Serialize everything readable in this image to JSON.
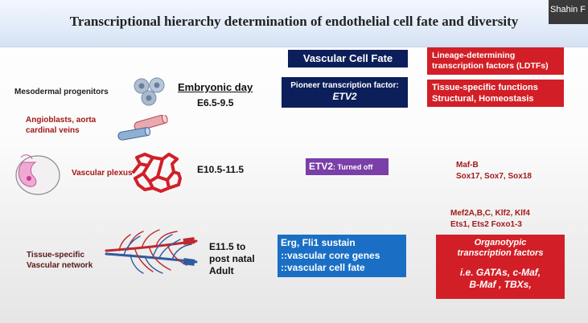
{
  "header": {
    "title": "Transcriptional hierarchy determination of endothelial cell fate and diversity"
  },
  "participant": {
    "name": "Shahin F"
  },
  "column_headers": {
    "vascular_cell_fate": "Vascular Cell Fate",
    "ldtf_line1": "Lineage-determining",
    "ldtf_line2": "transcription factors  (LDTFs)"
  },
  "stage_heading": "Embryonic day",
  "rows": {
    "mesodermal": "Mesodermal progenitors",
    "angioblasts_line1": "Angioblasts, aorta",
    "angioblasts_line2": "cardinal veins",
    "plexus": "Vascular plexus",
    "tissue_line1": "Tissue-specific",
    "tissue_line2": "Vascular network"
  },
  "stages": {
    "s1": "E6.5-9.5",
    "s2": "E10.5-11.5",
    "s3_line1": "E11.5 to",
    "s3_line2": "post natal",
    "s3_line3": "Adult"
  },
  "pioneer": {
    "line1": "Pioneer transcription factor:",
    "line2": "ETV2"
  },
  "tissue_functions": {
    "line1": "Tissue-specific functions",
    "line2": "Structural, Homeostasis"
  },
  "etv2_off": {
    "name": "ETV2",
    "suffix": ": Turned off"
  },
  "factors_plexus": {
    "line1": "Maf-B",
    "line2": "Sox17, Sox7, Sox18"
  },
  "factors_network": {
    "line1": "Mef2A,B,C, Klf2, Klf4",
    "line2": "Ets1, Ets2 Foxo1-3"
  },
  "erg": {
    "line1": "Erg, Fli1 sustain",
    "line2": "::vascular core genes",
    "line3": "::vascular cell fate"
  },
  "organotypic": {
    "line1": "Organotypic",
    "line2": "transcription factors",
    "line3": "i.e. GATAs, c-Maf,",
    "line4": "B-Maf , TBXs,"
  }
}
